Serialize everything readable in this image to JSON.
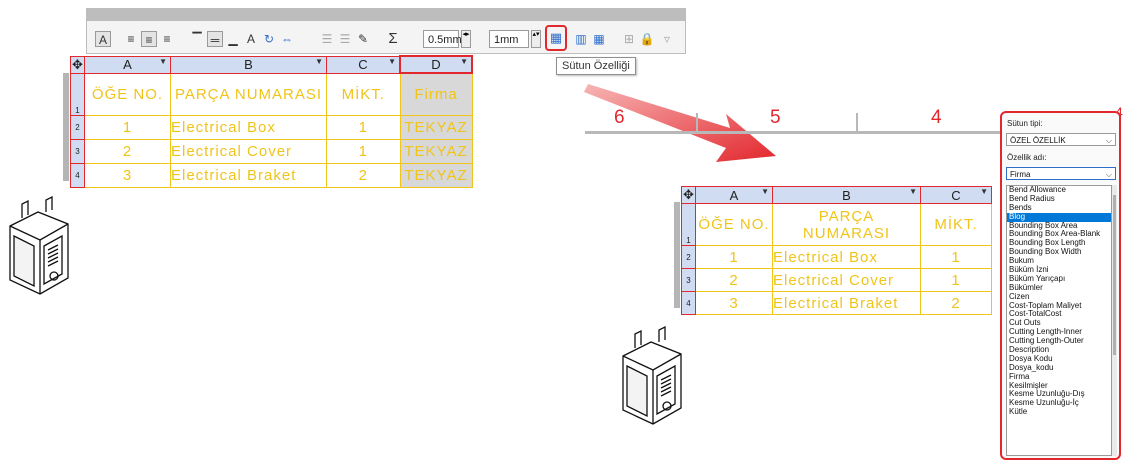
{
  "toolbar": {
    "margin_value": "0.5mm",
    "line_value": "1mm",
    "sum_symbol": "Σ"
  },
  "tooltip": "Sütun Özelliği",
  "table_left": {
    "columns": [
      "A",
      "B",
      "C",
      "D"
    ],
    "rows": [
      [
        "ÖĞE NO.",
        "PARÇA NUMARASI",
        "MİKT.",
        "Firma"
      ],
      [
        "1",
        "Electrical Box",
        "1",
        "TEKYAZ"
      ],
      [
        "2",
        "Electrical Cover",
        "1",
        "TEKYAZ"
      ],
      [
        "3",
        "Electrical Braket",
        "2",
        "TEKYAZ"
      ]
    ],
    "row_numbers": [
      "1",
      "2",
      "3",
      "4"
    ]
  },
  "table_right": {
    "columns": [
      "A",
      "B",
      "C"
    ],
    "rows": [
      [
        "ÖĞE NO.",
        "PARÇA NUMARASI",
        "MİKT."
      ],
      [
        "1",
        "Electrical Box",
        "1"
      ],
      [
        "2",
        "Electrical Cover",
        "1"
      ],
      [
        "3",
        "Electrical Braket",
        "2"
      ]
    ],
    "row_numbers": [
      "1",
      "2",
      "3",
      "4"
    ]
  },
  "zones": [
    "6",
    "5",
    "4",
    "4"
  ],
  "panel": {
    "column_type_label": "Sütun tipi:",
    "column_type_value": "ÖZEL ÖZELLİK",
    "property_name_label": "Özellik adı:",
    "property_name_value": "Firma",
    "selected_item": "Blog",
    "items": [
      "Bend Allowance",
      "Bend Radius",
      "Bends",
      "Blog",
      "Bounding Box Area",
      "Bounding Box Area-Blank",
      "Bounding Box Length",
      "Bounding Box Width",
      "Bukum",
      "Büküm İzni",
      "Büküm Yarıçapı",
      "Bükümler",
      "Cizen",
      "Cost-Toplam Maliyet",
      "Cost-TotalCost",
      "Cut Outs",
      "Cutting Length-Inner",
      "Cutting Length-Outer",
      "Description",
      "Dosya Kodu",
      "Dosya_kodu",
      "Firma",
      "Kesilmişler",
      "Kesme Uzunluğu-Dış",
      "Kesme Uzunluğu-İç",
      "Kütle"
    ]
  },
  "colors": {
    "accent_red": "#e2272d",
    "table_text": "#f0c419",
    "header_bg": "#cfdcf2",
    "selection": "#0078d7"
  }
}
